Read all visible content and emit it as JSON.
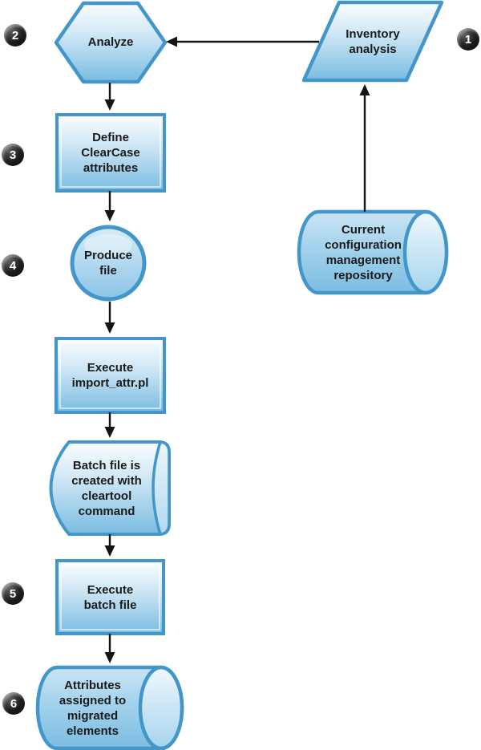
{
  "diagram": {
    "colors": {
      "shape_border": "#4296ca",
      "shape_fill_top": "#fbfdff",
      "shape_fill_bottom": "#79bce1",
      "badge_background": "#1b1b1b",
      "badge_text": "#ffffff",
      "arrow": "#141414",
      "label_text": "#1a1a1a"
    },
    "badges": [
      {
        "number": "1"
      },
      {
        "number": "2"
      },
      {
        "number": "3"
      },
      {
        "number": "4"
      },
      {
        "number": "5"
      },
      {
        "number": "6"
      }
    ],
    "nodes": {
      "inventory_analysis": {
        "shape": "parallelogram",
        "label": "Inventory\nanalysis",
        "step": "1"
      },
      "analyze": {
        "shape": "hexagon",
        "label": "Analyze",
        "step": "2"
      },
      "define_attributes": {
        "shape": "rectangle",
        "label": "Define\nClearCase\nattributes",
        "step": "3"
      },
      "produce_file": {
        "shape": "circle",
        "label": "Produce\nfile",
        "step": "4"
      },
      "execute_import_attr": {
        "shape": "rectangle",
        "label": "Execute\nimport_attr.pl"
      },
      "batch_file_created": {
        "shape": "stored-data",
        "label": "Batch file is\ncreated with\ncleartool\ncommand"
      },
      "execute_batch_file": {
        "shape": "rectangle",
        "label": "Execute\nbatch file",
        "step": "5"
      },
      "attributes_assigned": {
        "shape": "cylinder",
        "label": "Attributes\nassigned to\nmigrated\nelements",
        "step": "6"
      },
      "current_repository": {
        "shape": "cylinder",
        "label": "Current\nconfiguration\nmanagement\nrepository"
      }
    },
    "edges": [
      {
        "from": "inventory_analysis",
        "to": "analyze"
      },
      {
        "from": "current_repository",
        "to": "inventory_analysis"
      },
      {
        "from": "analyze",
        "to": "define_attributes"
      },
      {
        "from": "define_attributes",
        "to": "produce_file"
      },
      {
        "from": "produce_file",
        "to": "execute_import_attr"
      },
      {
        "from": "execute_import_attr",
        "to": "batch_file_created"
      },
      {
        "from": "batch_file_created",
        "to": "execute_batch_file"
      },
      {
        "from": "execute_batch_file",
        "to": "attributes_assigned"
      }
    ]
  }
}
